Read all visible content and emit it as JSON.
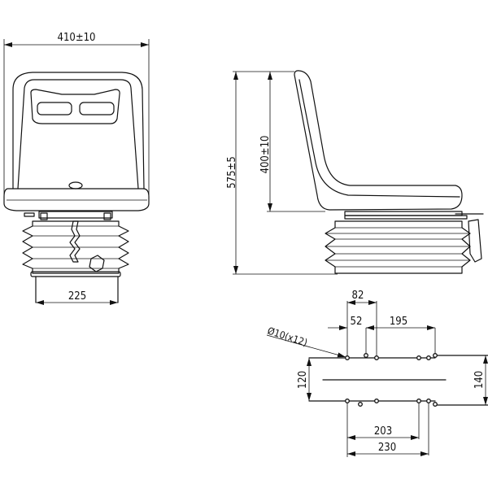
{
  "front_view": {
    "width_dim": "410±10",
    "base_dim": "225"
  },
  "side_view": {
    "total_height_dim": "575±5",
    "back_height_dim": "400±10"
  },
  "mounting_plan": {
    "hole_note": "Ø10(x12)",
    "dim_82": "82",
    "dim_52": "52",
    "dim_195": "195",
    "dim_120": "120",
    "dim_140": "140",
    "dim_203": "203",
    "dim_230": "230"
  }
}
